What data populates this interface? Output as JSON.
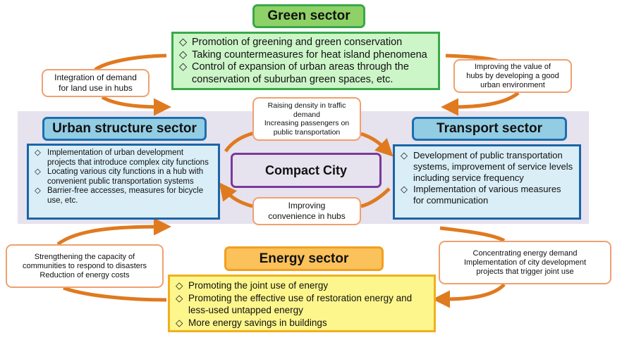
{
  "compact_city": "Compact City",
  "green": {
    "title": "Green sector",
    "items": [
      "Promotion of greening and green conservation",
      "Taking countermeasures for heat island phenomena",
      "Control of expansion of urban areas through the conservation of suburban green spaces, etc."
    ]
  },
  "urban": {
    "title": "Urban structure sector",
    "items": [
      "Implementation of urban development projects that introduce complex city functions",
      "Locating various city functions in a hub with convenient public transportation systems",
      "Barrier-free accesses, measures for bicycle use, etc."
    ]
  },
  "transport": {
    "title": "Transport sector",
    "items": [
      "Development of public transportation systems, improvement of service levels including service frequency",
      "Implementation of various measures for communication"
    ]
  },
  "energy": {
    "title": "Energy sector",
    "items": [
      "Promoting the joint use of energy",
      "Promoting the effective use of restoration energy and less-used untapped energy",
      "More energy savings in buildings"
    ]
  },
  "links": {
    "green_urban": [
      "Integration of demand",
      "for land use in hubs"
    ],
    "green_transport": [
      "Improving the value of",
      "hubs by developing a good",
      "urban environment"
    ],
    "urban_transport": [
      "Raising density in traffic",
      "demand",
      "Increasing passengers on",
      "public transportation"
    ],
    "transport_urban": [
      "Improving",
      "convenience in hubs"
    ],
    "energy_urban": [
      "Strengthening the capacity of",
      "communities to respond to disasters",
      "Reduction of energy costs"
    ],
    "transport_energy": [
      "Concentrating energy demand",
      "Implementation of city development",
      "projects that trigger joint use"
    ]
  },
  "bullet": "◇",
  "colors": {
    "arrow": "#e07a1f",
    "green": "#3aa84a",
    "blue": "#1a65a8",
    "energy": "#f0b020",
    "purple": "#7a3a9c"
  }
}
